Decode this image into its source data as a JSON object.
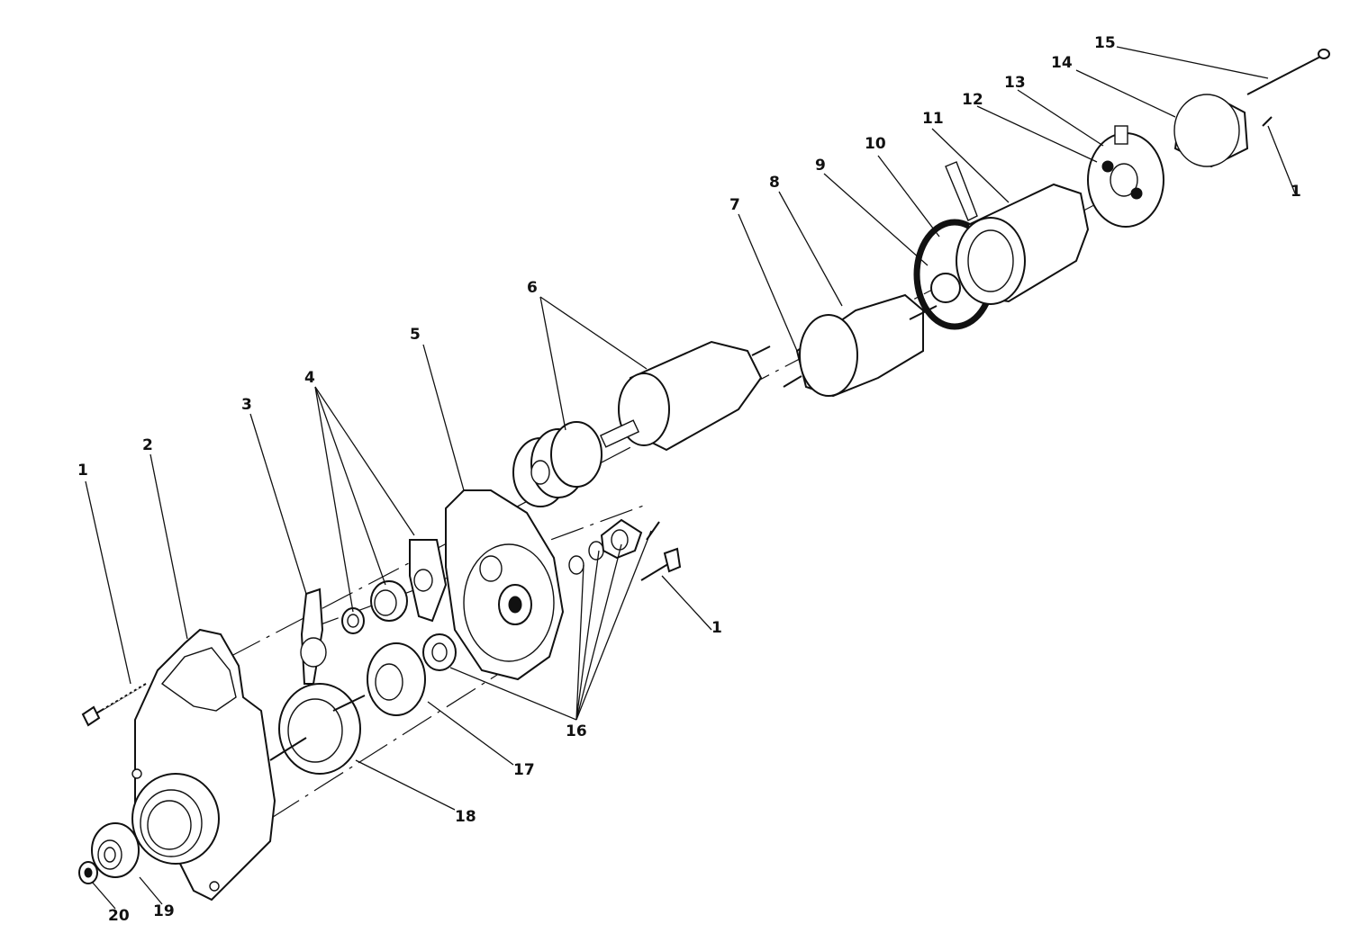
{
  "callouts": [
    {
      "id": "1a",
      "text": "1"
    },
    {
      "id": "2",
      "text": "2"
    },
    {
      "id": "3",
      "text": "3"
    },
    {
      "id": "4",
      "text": "4"
    },
    {
      "id": "5",
      "text": "5"
    },
    {
      "id": "6",
      "text": "6"
    },
    {
      "id": "7",
      "text": "7"
    },
    {
      "id": "8",
      "text": "8"
    },
    {
      "id": "9",
      "text": "9"
    },
    {
      "id": "10",
      "text": "10"
    },
    {
      "id": "11",
      "text": "11"
    },
    {
      "id": "12",
      "text": "12"
    },
    {
      "id": "13",
      "text": "13"
    },
    {
      "id": "14",
      "text": "14"
    },
    {
      "id": "15",
      "text": "15"
    },
    {
      "id": "1b",
      "text": "1"
    },
    {
      "id": "1c",
      "text": "1"
    },
    {
      "id": "16",
      "text": "16"
    },
    {
      "id": "17",
      "text": "17"
    },
    {
      "id": "18",
      "text": "18"
    },
    {
      "id": "19",
      "text": "19"
    },
    {
      "id": "20",
      "text": "20"
    }
  ]
}
